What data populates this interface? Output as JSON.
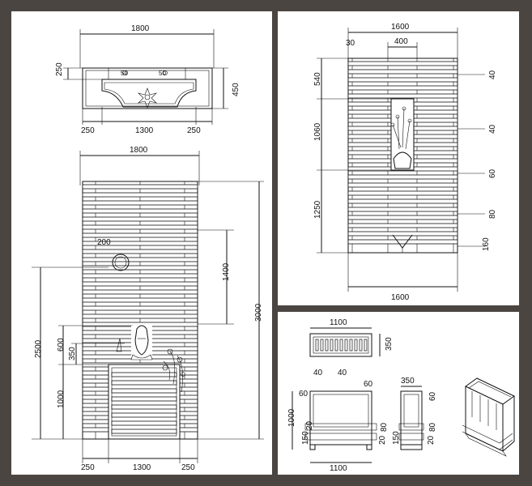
{
  "background_color": "#4a4541",
  "panel_color": "#ffffff",
  "line_color": "#111111",
  "left_panel": {
    "plan": {
      "overall": "1800",
      "left": "250",
      "center": "1300",
      "right": "250",
      "depth_a": "250",
      "depth_b": "450",
      "notch_a": "50",
      "notch_b": "50"
    },
    "elevation": {
      "overall": "1800",
      "left": "250",
      "center": "1300",
      "right": "250",
      "height_total": "3000",
      "height_upper": "1400",
      "height_left": "2500",
      "h600": "600",
      "h350": "350",
      "h1000": "1000",
      "circle": "200"
    }
  },
  "top_right_panel": {
    "top_overall": "1600",
    "top_inner": "400",
    "top_offset": "30",
    "left_upper": "540",
    "left_middle": "1060",
    "left_lower": "1250",
    "right_1": "40",
    "right_2": "40",
    "right_3": "60",
    "right_4": "80",
    "right_5": "160",
    "bottom_overall": "1600"
  },
  "bottom_right_panel": {
    "box_top_width": "1100",
    "box_top_depth": "350",
    "slat_a": "40",
    "slat_b": "40",
    "front_width": "1100",
    "front_height": "1000",
    "front_h150": "150",
    "front_r60": "60",
    "front_r80": "80",
    "front_r20": "20",
    "front_l60": "60",
    "front_l20": "20",
    "side_width": "350",
    "side_r60": "60",
    "side_r80": "80",
    "side_r20": "20",
    "side_h150": "150"
  }
}
